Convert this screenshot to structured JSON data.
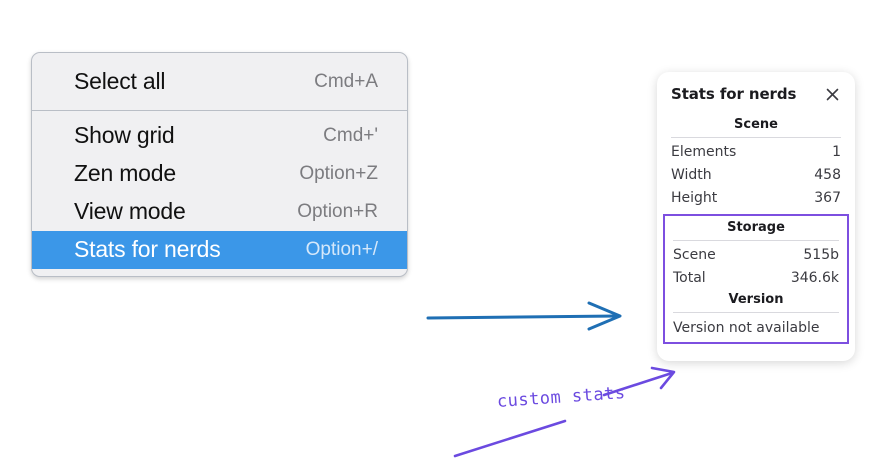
{
  "context_menu": {
    "name": "canvas-context-menu",
    "groups": [
      {
        "items": [
          {
            "label": "Select all",
            "shortcut": "Cmd+A",
            "selected": false
          }
        ]
      },
      {
        "items": [
          {
            "label": "Show grid",
            "shortcut": "Cmd+'",
            "selected": false
          },
          {
            "label": "Zen mode",
            "shortcut": "Option+Z",
            "selected": false
          },
          {
            "label": "View mode",
            "shortcut": "Option+R",
            "selected": false
          },
          {
            "label": "Stats for nerds",
            "shortcut": "Option+/",
            "selected": true
          }
        ]
      }
    ]
  },
  "stats_panel": {
    "title": "Stats for nerds",
    "close_icon": "close-icon",
    "sections": [
      {
        "title": "Scene",
        "rows": [
          {
            "label": "Elements",
            "value": "1"
          },
          {
            "label": "Width",
            "value": "458"
          },
          {
            "label": "Height",
            "value": "367"
          }
        ]
      },
      {
        "title": "Storage",
        "rows": [
          {
            "label": "Scene",
            "value": "515b"
          },
          {
            "label": "Total",
            "value": "346.6k"
          }
        ]
      },
      {
        "title": "Version",
        "note": "Version not available"
      }
    ]
  },
  "annotations": {
    "handwritten_label": "custom stats",
    "blue_arrow": "arrow-menu-to-panel",
    "purple_arrow": "arrow-label-to-version",
    "purple_tail": "tail-stroke"
  },
  "colors": {
    "menu_bg": "#f0f0f2",
    "menu_border": "#b9bec6",
    "selection_blue": "#3b97e8",
    "annotation_purple": "#6b4ae0",
    "highlight_purple": "#7d4fe0",
    "arrow_blue": "#1f6fb4",
    "panel_bg": "#ffffff"
  }
}
